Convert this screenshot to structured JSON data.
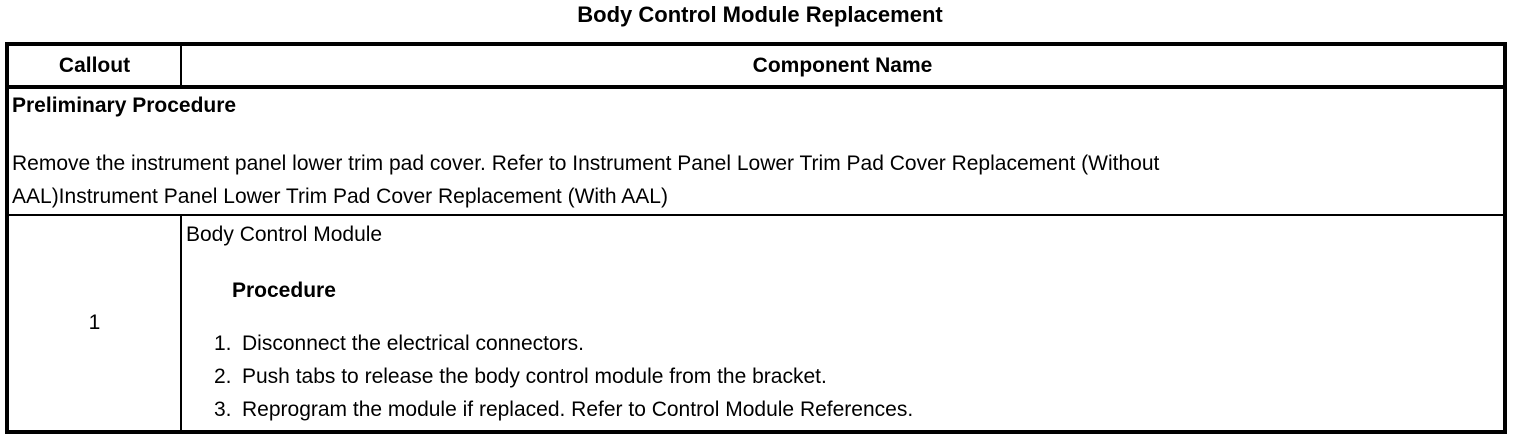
{
  "title": "Body Control Module Replacement",
  "colors": {
    "text": "#000000",
    "border": "#000000",
    "background": "#ffffff"
  },
  "table": {
    "headers": {
      "callout": "Callout",
      "component": "Component Name"
    },
    "preliminary": {
      "heading": "Preliminary Procedure",
      "text_lines": [
        "Remove the instrument panel lower trim pad cover. Refer to Instrument Panel Lower Trim Pad Cover Replacement (Without",
        "AAL)Instrument Panel Lower Trim Pad Cover Replacement (With AAL)"
      ]
    },
    "rows": [
      {
        "callout": "1",
        "component_title": "Body Control Module",
        "procedure_heading": "Procedure",
        "steps": [
          {
            "num": "1.",
            "text": "Disconnect the electrical connectors."
          },
          {
            "num": "2.",
            "text": "Push tabs to release the body control module from the bracket."
          },
          {
            "num": "3.",
            "text": "Reprogram the module if replaced. Refer to Control Module References."
          }
        ]
      }
    ]
  }
}
